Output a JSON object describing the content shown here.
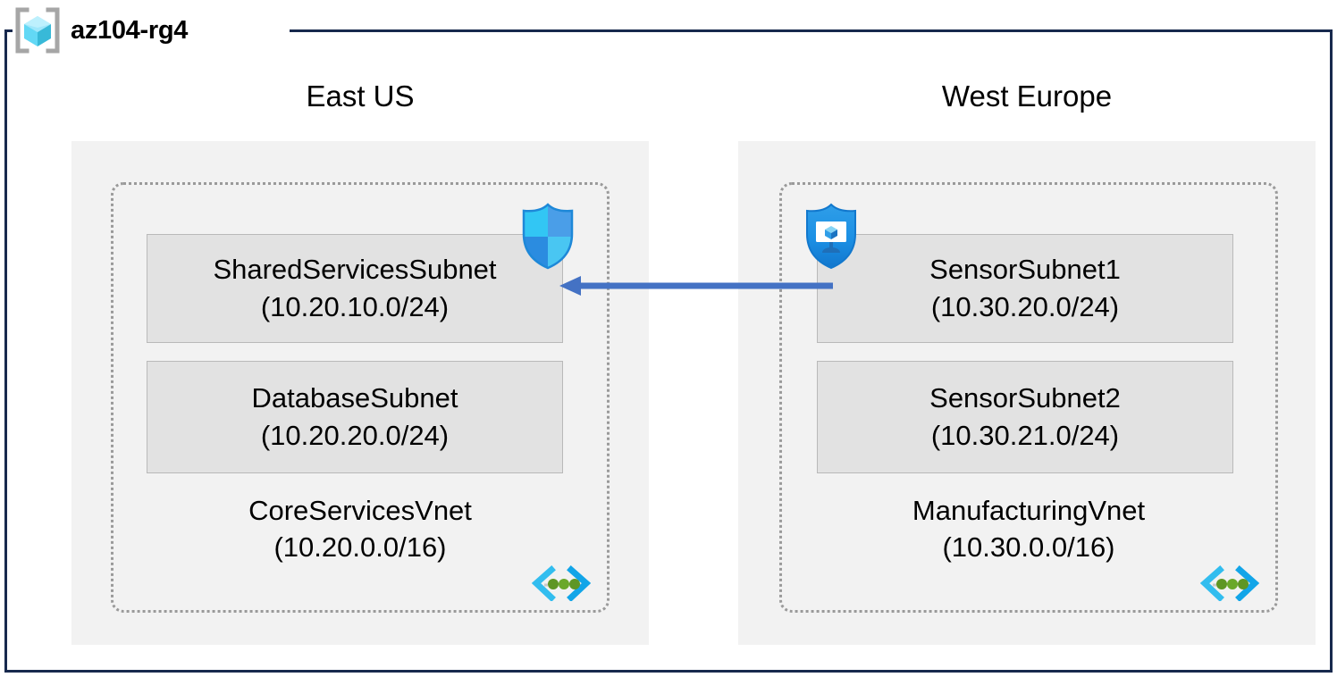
{
  "resource_group": {
    "name": "az104-rg4",
    "icon": "resource-group-cube-icon",
    "border_color": "#17294d"
  },
  "palette": {
    "region_fill": "#f2f2f2",
    "subnet_fill": "#e2e2e2",
    "subnet_border": "#b9b9b9",
    "vnet_border": "#9a9a9a",
    "arrow": "#4472c4",
    "nsg_shield_cyan": "#32bdef",
    "nsg_shield_blue": "#3c91e6",
    "bastion_shield_blue": "#1b93eb",
    "vnet_icon_cyan": "#32bdef",
    "vnet_icon_green": "#5e9624"
  },
  "regions": [
    {
      "label": "East US",
      "vnet": {
        "name": "CoreServicesVnet",
        "cidr": "(10.20.0.0/16)",
        "icon": "virtual-network-icon",
        "subnets": [
          {
            "name": "SharedServicesSubnet",
            "cidr": "(10.20.10.0/24)",
            "badge": "network-security-group-shield-icon"
          },
          {
            "name": "DatabaseSubnet",
            "cidr": "(10.20.20.0/24)",
            "badge": null
          }
        ]
      }
    },
    {
      "label": "West Europe",
      "vnet": {
        "name": "ManufacturingVnet",
        "cidr": "(10.30.0.0/16)",
        "icon": "virtual-network-icon",
        "subnets": [
          {
            "name": "SensorSubnet1",
            "cidr": "(10.30.20.0/24)",
            "badge": "bastion-shield-monitor-icon"
          },
          {
            "name": "SensorSubnet2",
            "cidr": "(10.30.21.0/24)",
            "badge": null
          }
        ]
      }
    }
  ],
  "connection": {
    "name": "vnet-peering-arrow",
    "direction": "right-to-left",
    "label": ""
  }
}
